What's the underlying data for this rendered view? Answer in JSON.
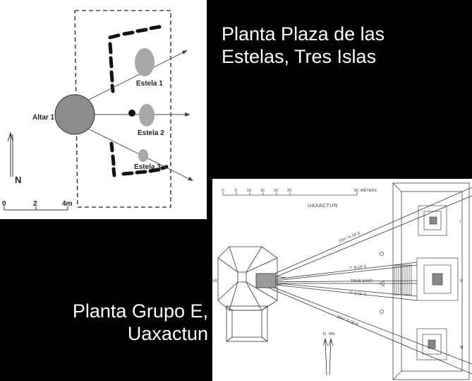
{
  "captions": {
    "tres_islas": [
      "Planta Plaza de las",
      "Estelas, Tres Islas"
    ],
    "uaxactun": [
      "Planta Grupo E,",
      "Uaxactun"
    ]
  },
  "plan_tres_islas": {
    "altar_label": "Altar 1",
    "stelae": [
      "Estela 1",
      "Estela 2",
      "Estela 3"
    ],
    "north_label": "N",
    "scale_ticks": [
      "0",
      "2",
      "4m"
    ]
  },
  "plan_uaxactun": {
    "title": "UAXACTUN",
    "scale_ticks": [
      "0",
      "5",
      "10",
      "15",
      "20",
      "25",
      "50"
    ],
    "scale_unit": "METERS",
    "line_labels": [
      "23½° N OF E",
      "7° N OF E",
      "TRUE EAST",
      "7° S OF E",
      "23½° S OF E"
    ],
    "structure_labels": [
      "VII",
      "I",
      "II",
      "III"
    ],
    "north_labels": [
      "N",
      "MN"
    ]
  },
  "colors": {
    "background": "#000000",
    "panel": "#ffffff",
    "stela_fill": "#a8a8a8",
    "altar_fill": "#8c8c8c"
  }
}
